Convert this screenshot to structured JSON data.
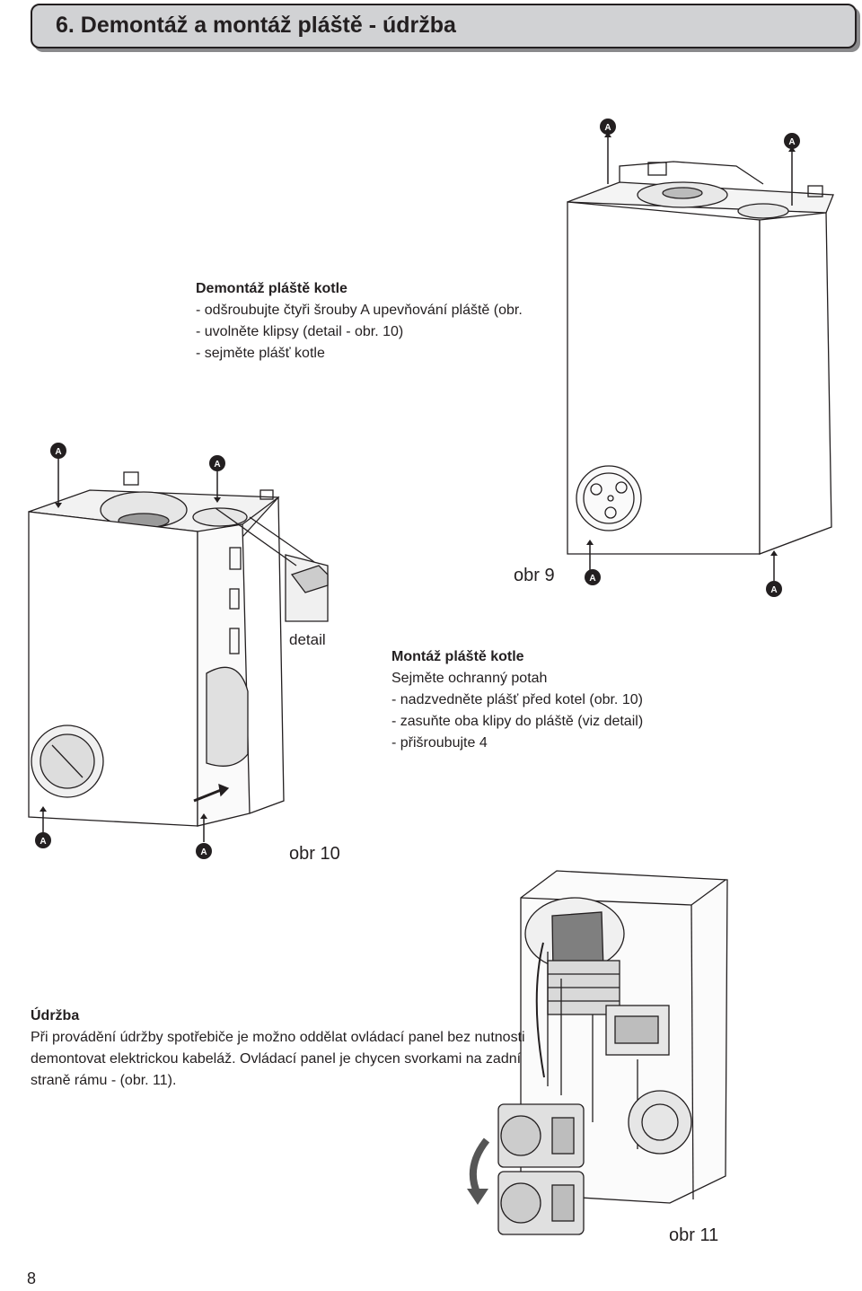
{
  "header": {
    "title": "6. Demontáž a montáž pláště - údržba"
  },
  "section_demontaz": {
    "heading": "Demontáž pláště kotle",
    "lines": [
      "- odšroubujte čtyři šrouby A upevňování pláště (obr.",
      "- uvolněte klipsy (detail - obr. 10)",
      "- sejměte plášť kotle"
    ]
  },
  "section_montaz": {
    "heading": "Montáž pláště kotle",
    "lines": [
      "Sejměte ochranný potah",
      "- nadzvedněte plášť před kotel (obr. 10)",
      "- zasuňte oba klipy do pláště (viz detail)",
      "- přišroubujte 4"
    ]
  },
  "section_udrzba": {
    "heading": "Údržba",
    "lines": [
      "Při provádění údržby spotřebiče je možno oddělat ovládací panel bez nutnosti",
      "demontovat elektrickou kabeláž. Ovládací panel je chycen svorkami na zadní",
      "straně rámu - (obr. 11)."
    ]
  },
  "figures": {
    "fig9_caption": "obr 9",
    "fig10_caption": "obr 10",
    "fig11_caption": "obr 11",
    "detail_label": "detail",
    "screw_label": "A"
  },
  "page_number": "8"
}
